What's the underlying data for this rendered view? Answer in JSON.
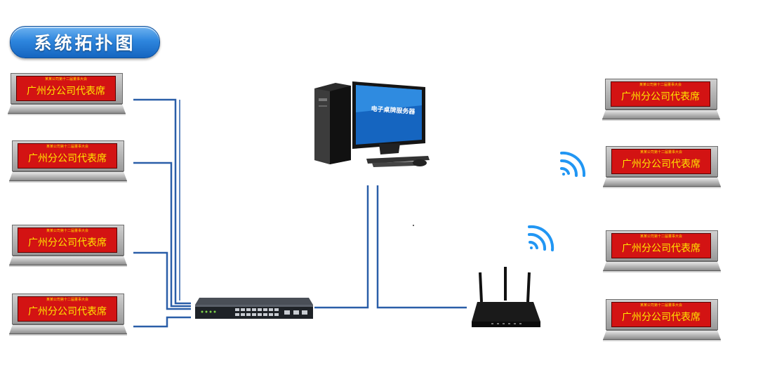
{
  "title": "系统拓扑图",
  "plates": [
    {
      "small": "某某公司第十二届董事大会",
      "name": "广州分公司代表席"
    },
    {
      "small": "某某公司第十二届董事大会",
      "name": "广州分公司代表席"
    },
    {
      "small": "某某公司第十二届董事大会",
      "name": "广州分公司代表席"
    },
    {
      "small": "某某公司第十二届董事大会",
      "name": "广州分公司代表席"
    },
    {
      "small": "某某公司第十二届董事大会",
      "name": "广州分公司代表席"
    },
    {
      "small": "某某公司第十二届董事大会",
      "name": "广州分公司代表席"
    },
    {
      "small": "某某公司第十二届董事大会",
      "name": "广州分公司代表席"
    },
    {
      "small": "某某公司第十二届董事大会",
      "name": "广州分公司代表席"
    }
  ],
  "server": {
    "screen_text": "电子桌牌服务器"
  },
  "colors": {
    "cable": "#2a5ea8",
    "wifi": "#2196f3",
    "plate_screen": "#d31313",
    "plate_text": "#ffe600"
  },
  "icons": [
    "server-computer-icon",
    "network-switch-icon",
    "wireless-router-icon",
    "wifi-signal-icon"
  ]
}
